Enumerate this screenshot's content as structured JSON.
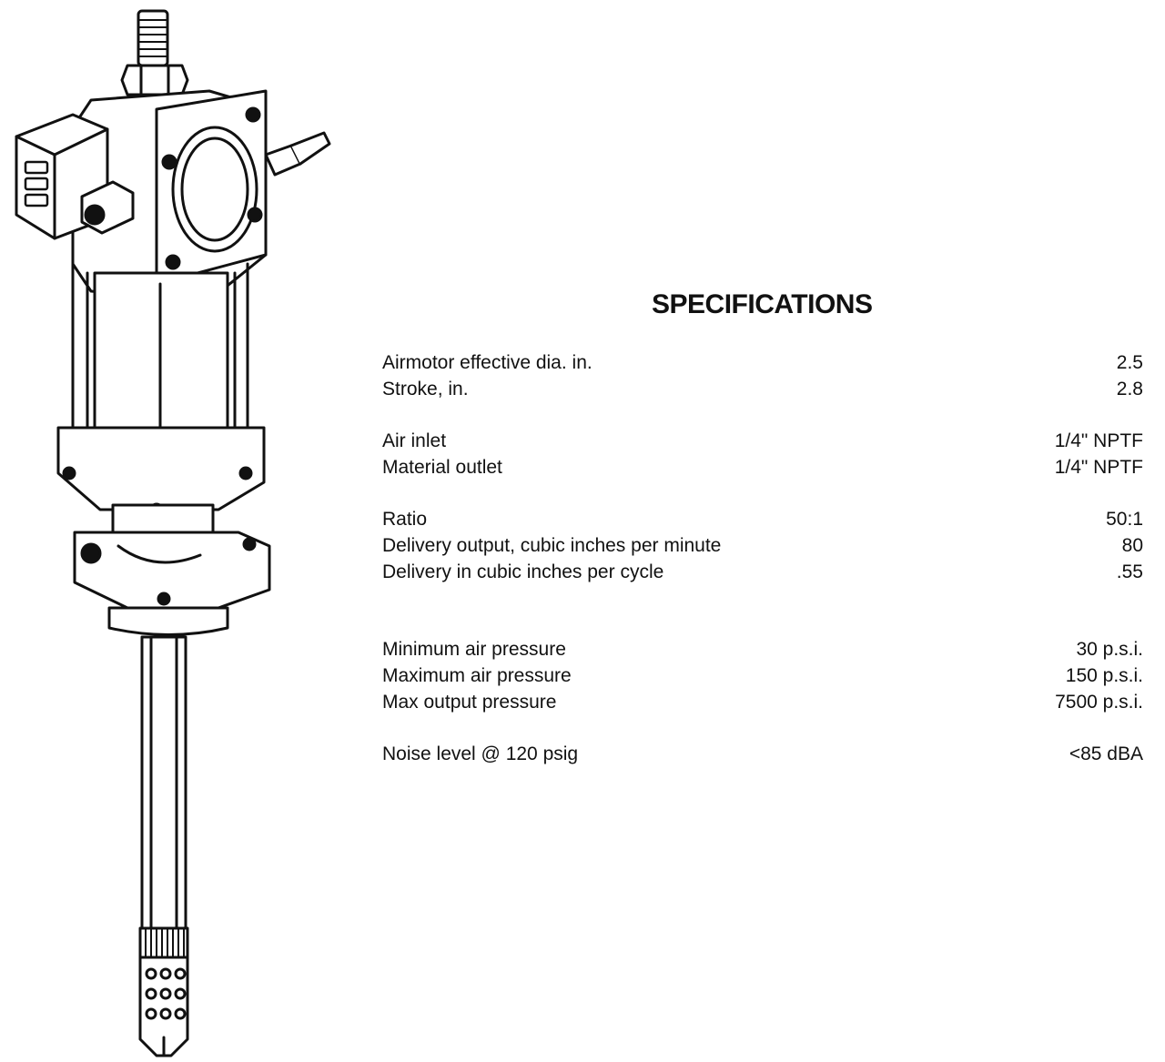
{
  "title": "SPECIFICATIONS",
  "illustration_icon": "air-operated-pump-drawing",
  "groups": [
    {
      "rows": [
        {
          "label": "Airmotor effective dia. in.",
          "value": "2.5"
        },
        {
          "label": "Stroke, in.",
          "value": "2.8"
        }
      ]
    },
    {
      "rows": [
        {
          "label": "Air inlet",
          "value": "1/4\" NPTF"
        },
        {
          "label": "Material outlet",
          "value": "1/4\" NPTF"
        }
      ]
    },
    {
      "rows": [
        {
          "label": "Ratio",
          "value": "50:1"
        },
        {
          "label": "Delivery output, cubic inches per minute",
          "value": "80"
        },
        {
          "label": "Delivery in cubic inches per cycle",
          "value": ".55"
        }
      ]
    },
    {
      "rows": [
        {
          "label": "Minimum air pressure",
          "value": "30 p.s.i."
        },
        {
          "label": "Maximum air pressure",
          "value": "150 p.s.i."
        },
        {
          "label": "Max output pressure",
          "value": "7500 p.s.i."
        }
      ]
    },
    {
      "rows": [
        {
          "label": "Noise level @ 120 psig",
          "value": "<85 dBA"
        }
      ]
    }
  ]
}
